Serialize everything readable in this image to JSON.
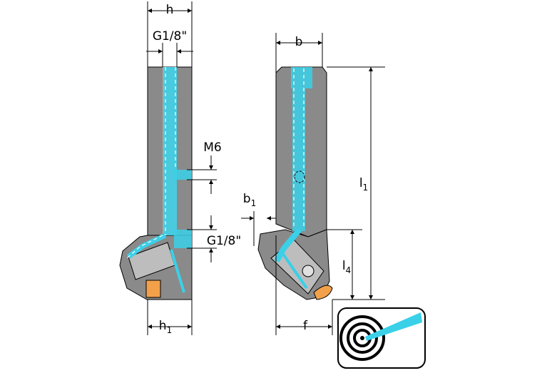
{
  "labels": {
    "h": "h",
    "g18_top": "G1/8\"",
    "m6": "M6",
    "g18_side": "G1/8\"",
    "h1_main": "h",
    "h1_sub": "1",
    "b": "b",
    "b1_main": "b",
    "b1_sub": "1",
    "l1_main": "l",
    "l1_sub": "1",
    "l4_main": "l",
    "l4_sub": "4",
    "f": "f"
  },
  "colors": {
    "coolant": "#3ad0e8",
    "insert": "#f2a14a",
    "body": "#8a8a8a",
    "symbol_ring": "#000000"
  },
  "icons": {
    "coolant_symbol": "coolant-target-icon"
  }
}
